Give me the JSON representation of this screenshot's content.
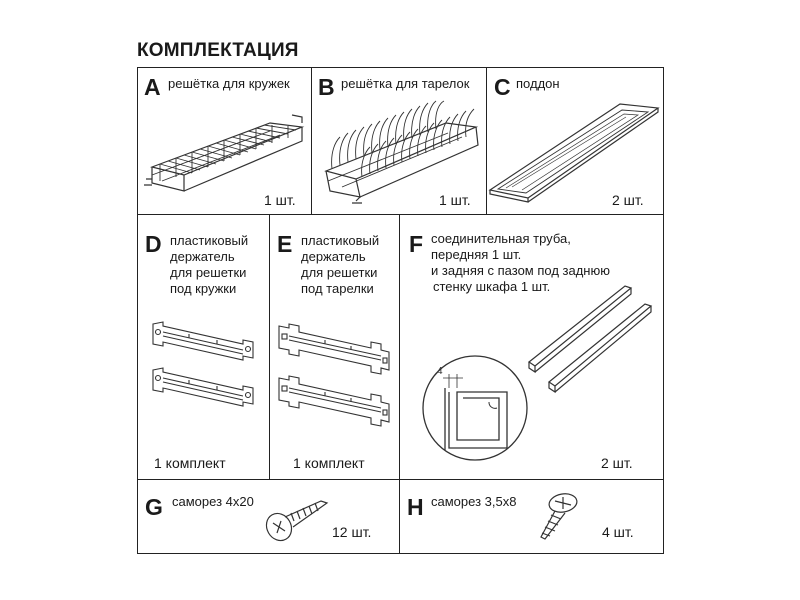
{
  "title": "КОМПЛЕКТАЦИЯ",
  "items": [
    {
      "letter": "A",
      "desc": [
        "решётка для кружек"
      ],
      "qty": "1 шт.",
      "icon": "mug-rack-icon"
    },
    {
      "letter": "B",
      "desc": [
        "решётка для тарелок"
      ],
      "qty": "1 шт.",
      "icon": "plate-rack-icon"
    },
    {
      "letter": "C",
      "desc": [
        "поддон"
      ],
      "qty": "2 шт.",
      "icon": "drip-tray-icon"
    },
    {
      "letter": "D",
      "desc": [
        "пластиковый",
        "держатель",
        "для решетки",
        "под кружки"
      ],
      "qty": "1 комплект",
      "icon": "mug-holder-icon"
    },
    {
      "letter": "E",
      "desc": [
        "пластиковый",
        "держатель",
        "для решетки",
        "под тарелки"
      ],
      "qty": "1 комплект",
      "icon": "plate-holder-icon"
    },
    {
      "letter": "F",
      "desc": [
        "соединительная труба,",
        "передняя 1 шт.",
        "и задняя с пазом под заднюю",
        "стенку шкафа 1 шт."
      ],
      "qty": "2 шт.",
      "icon": "connecting-tube-icon",
      "dim_label": "4"
    },
    {
      "letter": "G",
      "desc": [
        "саморез 4х20"
      ],
      "qty": "12 шт.",
      "icon": "screw-flat-head-icon"
    },
    {
      "letter": "H",
      "desc": [
        "саморез 3,5х8"
      ],
      "qty": "4 шт.",
      "icon": "screw-round-head-icon"
    }
  ]
}
